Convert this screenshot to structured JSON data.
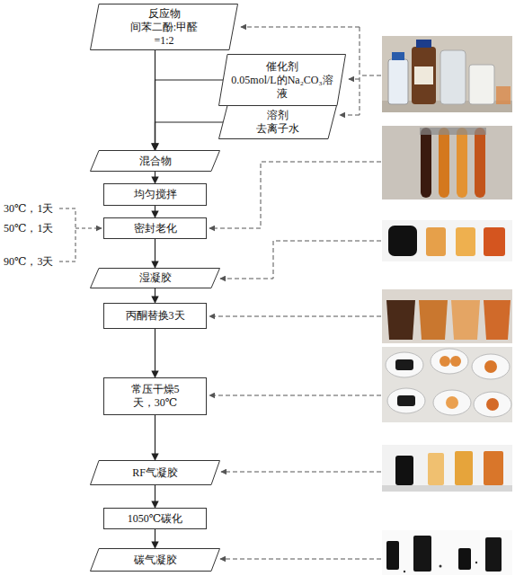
{
  "diagram": {
    "nodes": [
      {
        "text": [
          "反应物",
          "间苯二酚:甲醛=1:2"
        ]
      },
      {
        "text": [
          "催化剂",
          "0.05mol/L的Na₂CO₃溶液"
        ]
      },
      {
        "text": [
          "溶剂",
          "去离子水"
        ]
      },
      {
        "text": [
          "混合物"
        ]
      },
      {
        "text": [
          "均匀搅拌"
        ]
      },
      {
        "text": [
          "密封老化"
        ]
      },
      {
        "text": [
          "湿凝胶"
        ]
      },
      {
        "text": [
          "丙酮替换3天"
        ]
      },
      {
        "text": [
          "常压干燥5天，30℃"
        ]
      },
      {
        "text": [
          "RF气凝胶"
        ]
      },
      {
        "text": [
          "1050℃碳化"
        ]
      },
      {
        "text": [
          "碳气凝胶"
        ]
      }
    ],
    "edges": [
      {
        "from": 0,
        "to": 3,
        "arrow": "to"
      },
      {
        "from": 1,
        "to": 3,
        "arrow": "to"
      },
      {
        "from": 2,
        "to": 3,
        "arrow": "to"
      },
      {
        "from": 3,
        "to": 4,
        "arrow": "to"
      },
      {
        "from": 4,
        "to": 5,
        "arrow": "to"
      },
      {
        "from": 5,
        "to": 6,
        "arrow": "to"
      },
      {
        "from": 6,
        "to": 7,
        "arrow": "to"
      },
      {
        "from": 7,
        "to": 8,
        "arrow": "to"
      },
      {
        "from": 8,
        "to": 9,
        "arrow": "to"
      },
      {
        "from": 9,
        "to": 10,
        "arrow": "to"
      },
      {
        "from": 10,
        "to": 11,
        "arrow": "to"
      }
    ],
    "labels": [
      "30℃，1天",
      "50℃，1天",
      "90℃，3天"
    ]
  }
}
